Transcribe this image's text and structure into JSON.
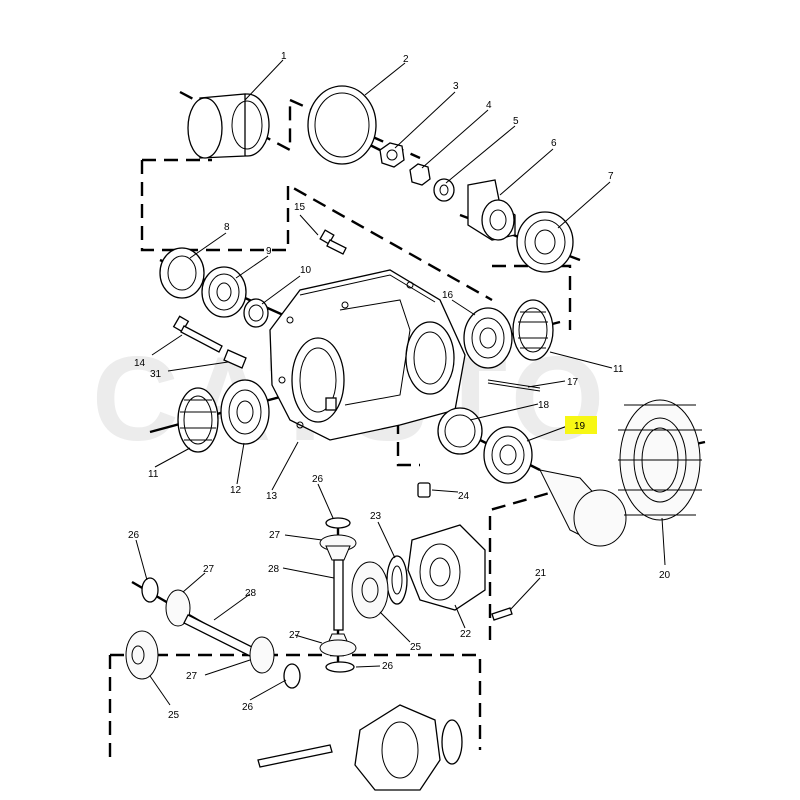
{
  "watermark": "CATSTO",
  "highlight_color": "#f7f714",
  "callouts": {
    "c1": "1",
    "c2": "2",
    "c3": "3",
    "c4": "4",
    "c5": "5",
    "c6": "6",
    "c7": "7",
    "c8": "8",
    "c9": "9",
    "c10": "10",
    "c11a": "11",
    "c11b": "11",
    "c12": "12",
    "c13": "13",
    "c14": "14",
    "c15": "15",
    "c16": "16",
    "c17": "17",
    "c18": "18",
    "c19": "19",
    "c20": "20",
    "c21": "21",
    "c22": "22",
    "c23": "23",
    "c24": "24",
    "c25a": "25",
    "c25b": "25",
    "c26a": "26",
    "c26b": "26",
    "c26c": "26",
    "c26d": "26",
    "c27a": "27",
    "c27b": "27",
    "c27c": "27",
    "c27d": "27",
    "c28a": "28",
    "c28b": "28",
    "c31": "31"
  }
}
